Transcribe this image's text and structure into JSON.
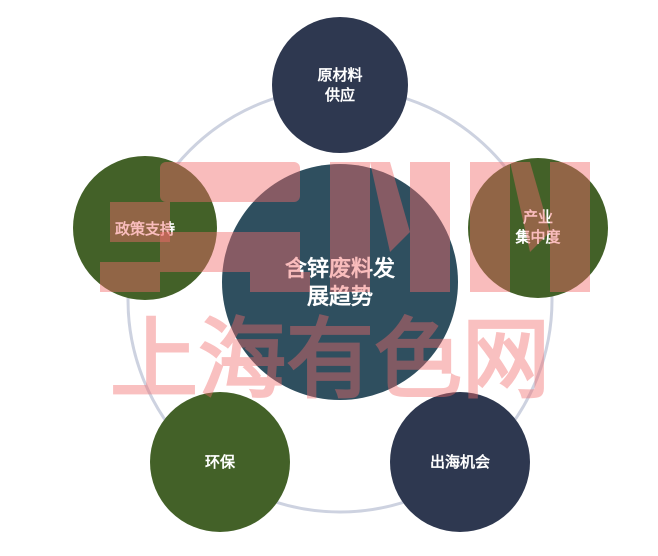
{
  "center": {
    "lines": [
      "含锌废料发",
      "展趋势"
    ]
  },
  "nodes": [
    {
      "id": "raw-material",
      "lines": [
        "原材料",
        "供应"
      ],
      "color": "#2e3850"
    },
    {
      "id": "industry-concentration",
      "lines": [
        "产业",
        "集中度"
      ],
      "color": "#436128"
    },
    {
      "id": "overseas-opportunity",
      "lines": [
        "出海机会"
      ],
      "color": "#2e3850"
    },
    {
      "id": "environmental",
      "lines": [
        "环保"
      ],
      "color": "#436128"
    },
    {
      "id": "policy-support",
      "lines": [
        "政策支持"
      ],
      "color": "#436128"
    }
  ],
  "colors": {
    "center_fill": "#2f4f5f",
    "ring": "#cdd2e0",
    "watermark": "#f26a6a"
  },
  "watermark": {
    "logo_text": "SMM",
    "cn_text": "上海有色网"
  }
}
